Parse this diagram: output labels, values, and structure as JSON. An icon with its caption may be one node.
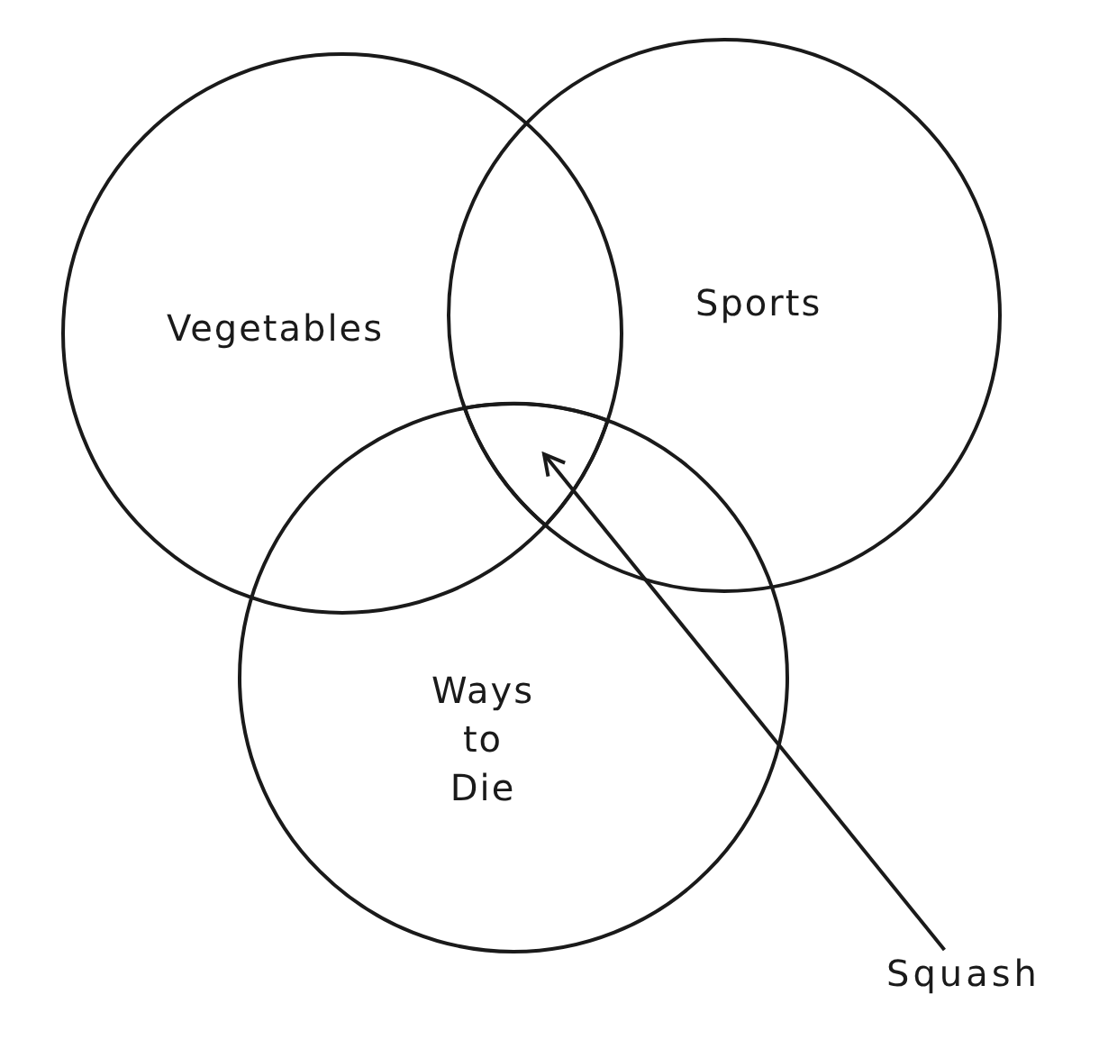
{
  "diagram": {
    "nodes": [
      {
        "text": [
          "Vegetables"
        ]
      },
      {
        "text": [
          "Sports"
        ]
      },
      {
        "text": [
          "Ways to Die"
        ]
      },
      {
        "text": [
          "Squash"
        ]
      },
      {
        "text": [],
        "shape": "region"
      }
    ],
    "edges": [
      {
        "from": 3,
        "to": 4,
        "arrow": "to"
      }
    ]
  }
}
